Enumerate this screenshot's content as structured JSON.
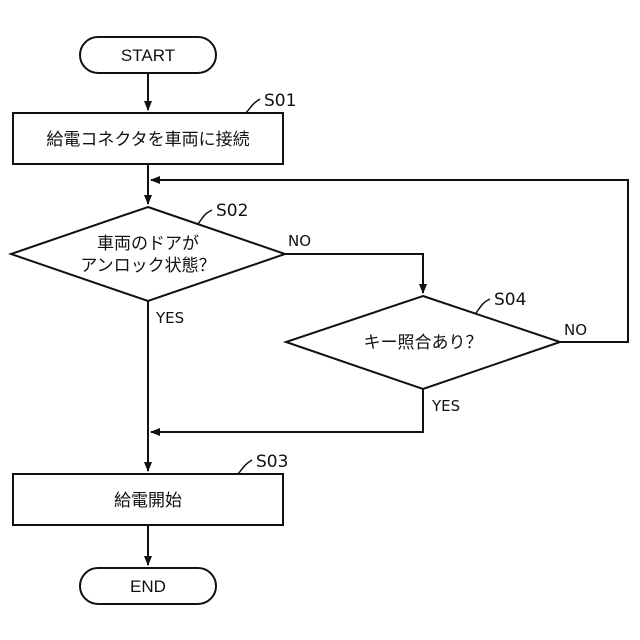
{
  "nodes": {
    "start": {
      "label": "START"
    },
    "s01": {
      "step": "S01",
      "label": "給電コネクタを車両に接続"
    },
    "s02": {
      "step": "S02",
      "line1": "車両のドアが",
      "line2": "アンロック状態？"
    },
    "s04": {
      "step": "S04",
      "label": "キー照合あり？"
    },
    "s03": {
      "step": "S03",
      "label": "給電開始"
    },
    "end": {
      "label": "END"
    }
  },
  "branches": {
    "s02_no": "NO",
    "s02_yes": "YES",
    "s04_no": "NO",
    "s04_yes": "YES"
  }
}
